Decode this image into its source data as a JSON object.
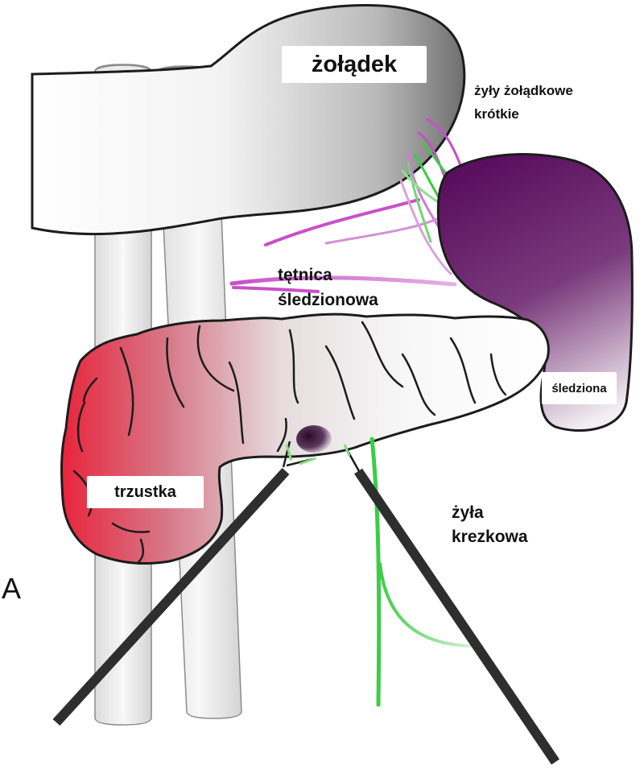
{
  "labels": {
    "stomach": "żołądek",
    "short_gastric_line1": "żyły żołądkowe",
    "short_gastric_line2": "krótkie",
    "artery_line1": "tętnica",
    "artery_line2": "śledzionowa",
    "spleen": "śledziona",
    "pancreas": "trzustka",
    "vein_line1": "żyła",
    "vein_line2": "krezkowa",
    "panel": "A"
  },
  "colors": {
    "artery": "#c94fc8",
    "vein": "#3ccc45",
    "spleen": "#5e1260",
    "pancreas": "#e8283f",
    "outline": "#1c1c1c",
    "instrument": "#2e2e2e"
  }
}
